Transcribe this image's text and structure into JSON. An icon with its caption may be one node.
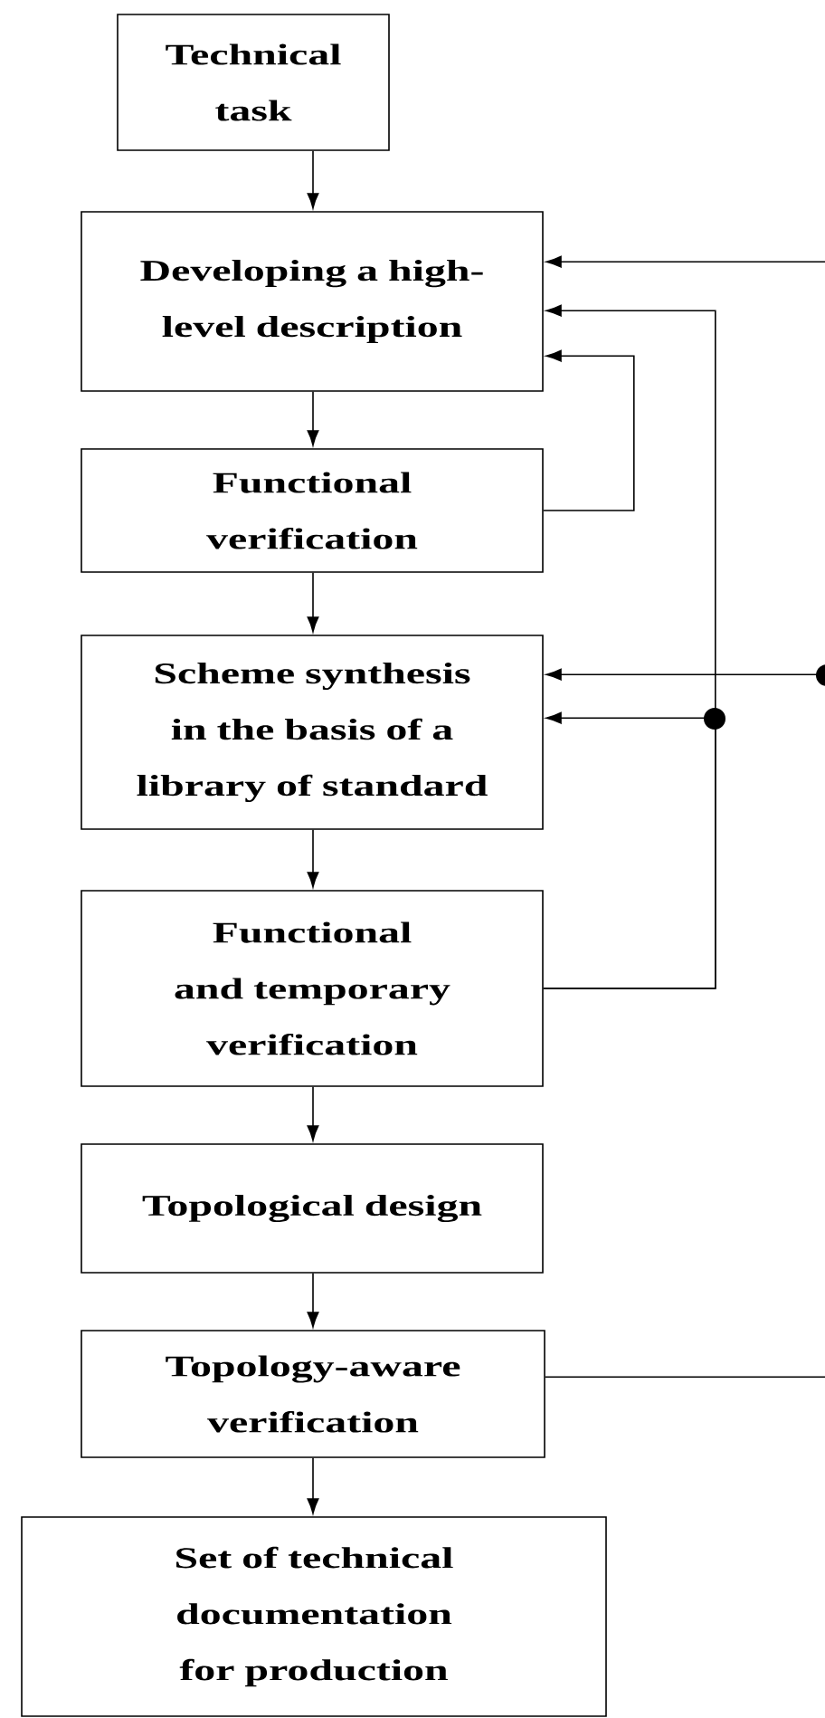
{
  "diagram": {
    "nodes": [
      {
        "text": [
          "Technical task"
        ]
      },
      {
        "text": [
          "Developing a high-level description"
        ]
      },
      {
        "text": [
          "Functional verification"
        ]
      },
      {
        "text": [
          "Scheme synthesis in the basis of a library of standard"
        ]
      },
      {
        "text": [
          "Functional and temporary verification"
        ]
      },
      {
        "text": [
          "Topological design"
        ]
      },
      {
        "text": [
          "Topology-aware verification"
        ]
      },
      {
        "text": [
          "Set of technical documentation for production"
        ]
      }
    ],
    "edges": [
      {
        "from": 0,
        "to": 1,
        "arrow": "to"
      },
      {
        "from": 1,
        "to": 2,
        "arrow": "to"
      },
      {
        "from": 2,
        "to": 3,
        "arrow": "to"
      },
      {
        "from": 3,
        "to": 4,
        "arrow": "to"
      },
      {
        "from": 4,
        "to": 5,
        "arrow": "to"
      },
      {
        "from": 5,
        "to": 6,
        "arrow": "to"
      },
      {
        "from": 6,
        "to": 7,
        "arrow": "to"
      },
      {
        "from": 2,
        "to": 1,
        "arrow": "to"
      },
      {
        "from": 4,
        "to": 1,
        "arrow": "to"
      },
      {
        "from": 4,
        "to": 3,
        "arrow": "to"
      },
      {
        "from": null,
        "to": 1,
        "arrow": "to"
      },
      {
        "from": null,
        "to": 3,
        "arrow": "to"
      },
      {
        "from": 6,
        "to": null,
        "arrow": "none"
      }
    ]
  }
}
